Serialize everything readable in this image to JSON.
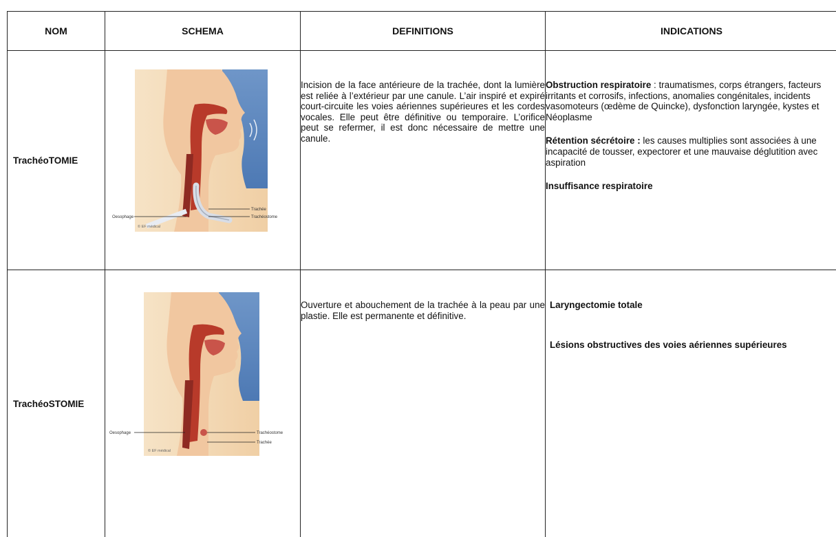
{
  "headers": {
    "nom": "NOM",
    "schema": "SCHEMA",
    "definitions": "DEFINITIONS",
    "indications": "INDICATIONS"
  },
  "rows": [
    {
      "name": "TrachéoTOMIE",
      "definition": "Incision de la face antérieure de la trachée, dont la lumière est reliée à l’extérieur par une canule. L’air inspiré et expiré court-circuite les voies aériennes supérieures et les cordes vocales. Elle peut être définitive ou temporaire. L’orifice peut se refermer, il est donc nécessaire de mettre une canule.",
      "diagram_labels": {
        "left": "Oesophage",
        "right_top": "Trachée",
        "right_bottom": "Trachéostome",
        "watermark": "© EF médical"
      },
      "indications": {
        "item1_title": "Obstruction respiratoire",
        "item1_text": " : traumatismes, corps étrangers, facteurs irritants et corrosifs, infections, anomalies congénitales, incidents vasomoteurs (œdème de Quincke), dysfonction laryngée, kystes et Néoplasme",
        "item2_title": "Rétention sécrétoire :",
        "item2_text": " les causes multiplies sont associées à une incapacité de tousser,  expectorer et une mauvaise déglutition avec aspiration",
        "item3_title": "Insuffisance respiratoire"
      }
    },
    {
      "name": "TrachéoSTOMIE",
      "definition": "Ouverture et abouchement de la trachée à la peau par une plastie. Elle est permanente et définitive.",
      "diagram_labels": {
        "left": "Oesophage",
        "right_top": "Trachéostome",
        "right_bottom": "Trachée",
        "watermark": "© EF médical"
      },
      "indications": {
        "item1_title": "Laryngectomie totale",
        "item2_title": "Lésions obstructives des voies aériennes supérieures"
      }
    }
  ]
}
